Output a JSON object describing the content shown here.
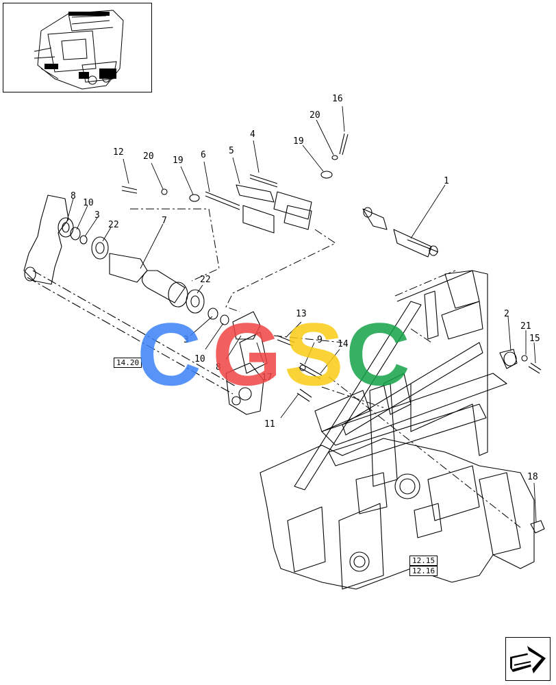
{
  "callouts": [
    {
      "id": "c1",
      "text": "1"
    },
    {
      "id": "c2",
      "text": "2"
    },
    {
      "id": "c3a",
      "text": "3"
    },
    {
      "id": "c3b",
      "text": "3"
    },
    {
      "id": "c4",
      "text": "4"
    },
    {
      "id": "c5",
      "text": "5"
    },
    {
      "id": "c6",
      "text": "6"
    },
    {
      "id": "c7",
      "text": "7"
    },
    {
      "id": "c8a",
      "text": "8"
    },
    {
      "id": "c8b",
      "text": "8"
    },
    {
      "id": "c9",
      "text": "9"
    },
    {
      "id": "c10a",
      "text": "10"
    },
    {
      "id": "c10b",
      "text": "10"
    },
    {
      "id": "c11",
      "text": "11"
    },
    {
      "id": "c12",
      "text": "12"
    },
    {
      "id": "c13",
      "text": "13"
    },
    {
      "id": "c14",
      "text": "14"
    },
    {
      "id": "c15",
      "text": "15"
    },
    {
      "id": "c16",
      "text": "16"
    },
    {
      "id": "c17",
      "text": "17"
    },
    {
      "id": "c18",
      "text": "18"
    },
    {
      "id": "c19a",
      "text": "19"
    },
    {
      "id": "c19b",
      "text": "19"
    },
    {
      "id": "c20a",
      "text": "20"
    },
    {
      "id": "c20b",
      "text": "20"
    },
    {
      "id": "c21",
      "text": "21"
    },
    {
      "id": "c22a",
      "text": "22"
    },
    {
      "id": "c22b",
      "text": "22"
    }
  ],
  "references": {
    "ref_a": "14.20",
    "ref_b": "12.15",
    "ref_c": "12.16"
  },
  "watermark": {
    "letters": [
      "C",
      "G",
      "S",
      "C"
    ],
    "colors": [
      "#3b82f6",
      "#ef4444",
      "#facc15",
      "#16a34a"
    ]
  },
  "icons": {
    "thumbnail": "machine-thumbnail-icon",
    "nav": "next-page-arrow-icon"
  }
}
